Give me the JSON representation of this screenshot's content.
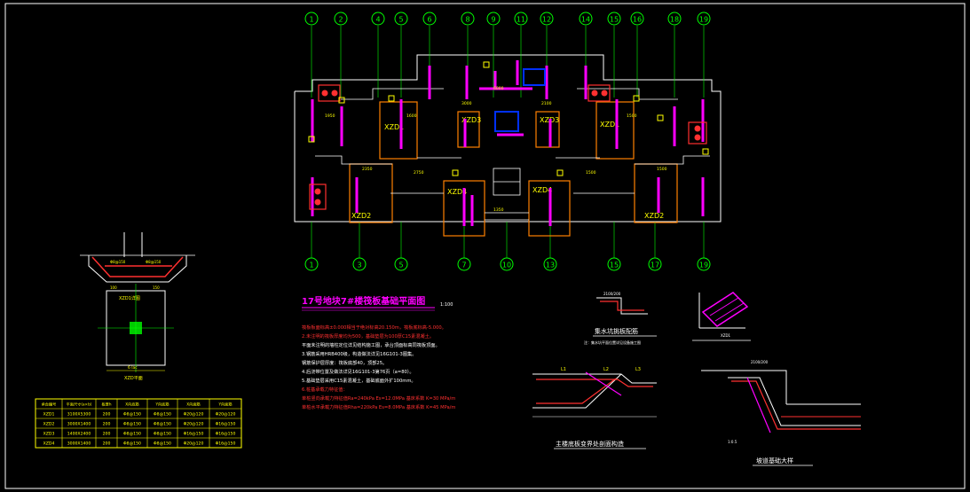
{
  "grid_top": [
    "1",
    "2",
    "4",
    "5",
    "6",
    "8",
    "9",
    "11",
    "12",
    "14",
    "15",
    "16",
    "18",
    "19"
  ],
  "grid_bottom": [
    "1",
    "3",
    "5",
    "7",
    "10",
    "13",
    "15",
    "17",
    "19"
  ],
  "pile_caps": [
    {
      "label": "XZD1"
    },
    {
      "label": "XZD1"
    },
    {
      "label": "XZD2"
    },
    {
      "label": "XZD2"
    },
    {
      "label": "XZD3"
    },
    {
      "label": "XZD3"
    },
    {
      "label": "XZD4"
    },
    {
      "label": "XZD4"
    }
  ],
  "plan_dims": [
    "1950",
    "1600",
    "2350",
    "2750",
    "1500",
    "3000",
    "2100",
    "6000",
    "1350",
    "1500",
    "1500"
  ],
  "main_title": "17号地块7#楼筏板基础平面图",
  "main_scale": "1:100",
  "notes": [
    {
      "text": "筏板板面标高±0.000相当于绝对标高20.150m，筏板底标高-5.000。",
      "color": "red"
    },
    {
      "text": "2.未注明的筏板厚度均为500，基础垫层为100厚C15素混凝土。",
      "color": "red"
    },
    {
      "text": "平面未注明的墙柱定位详见结构施工图，承台顶面标高同筏板顶面。",
      "color": "white"
    },
    {
      "text": "3.钢筋采用HRB400级，构造做法详见16G101-3图集。",
      "color": "white"
    },
    {
      "text": "钢筋保护层厚度：筏板底部40，顶部25。",
      "color": "white"
    },
    {
      "text": "4.后浇带位置及做法详见16G101-3第76页（a=80）。",
      "color": "white"
    },
    {
      "text": "5.基础垫层采用C15素混凝土，基础底面外扩100mm。",
      "color": "white"
    },
    {
      "text": "6.桩基承载力特征值：",
      "color": "red"
    },
    {
      "text": "单桩竖向承载力特征值Ra=240kPa Es=12.0MPa 基床系数 K=30 MPa/m",
      "color": "red"
    },
    {
      "text": "单桩水平承载力特征值Rha=220kPa Es=8.0MPa 基床系数 K=45 MPa/m",
      "color": "red"
    }
  ],
  "pit_detail": {
    "title": "集水坑挑板配筋",
    "subtitle": "注：集水坑平面位置详见设备施工图",
    "dim": "2100/200"
  },
  "slab_detail": {
    "title": "主楼底板变界处剖面构造",
    "labels": [
      "L1",
      "L2",
      "L3"
    ]
  },
  "slope_detail": {
    "title": "坡道基础大样",
    "dims": [
      "2100/200",
      "1:0.5"
    ]
  },
  "corner_detail": {
    "label": "XZD1"
  },
  "pile_section": {
    "caption": "XZD1详图",
    "dim_label": "6 lac",
    "plan_caption": "XZD平面"
  },
  "schedule": {
    "headers": [
      "承台编号",
      "平面尺寸(a×b)",
      "板厚h",
      "X向底筋",
      "Y向底筋",
      "X向面筋",
      "Y向面筋"
    ],
    "rows": [
      [
        "XZD1",
        "3100X5300",
        "200",
        "Φ8@150",
        "Φ8@150",
        "Φ20@120",
        "Φ20@120"
      ],
      [
        "XZD2",
        "3000X1400",
        "200",
        "Φ8@150",
        "Φ8@150",
        "Φ20@120",
        "Φ16@150"
      ],
      [
        "XZD3",
        "1400X2400",
        "200",
        "Φ8@150",
        "Φ8@150",
        "Φ16@150",
        "Φ16@150"
      ],
      [
        "XZD4",
        "3000X1400",
        "200",
        "Φ8@150",
        "Φ8@150",
        "Φ20@120",
        "Φ16@150"
      ]
    ]
  },
  "colors": {
    "background": "#000000",
    "grid_circle": "#00ff00",
    "outline": "#ffffff",
    "column": "#ff00ff",
    "pile_cap": "#ff8000",
    "dimension": "#ffff00",
    "title": "#ff00ff",
    "note_red": "#ff3030",
    "blue_fill": "#0030ff",
    "detail_border": "#ffffff"
  }
}
